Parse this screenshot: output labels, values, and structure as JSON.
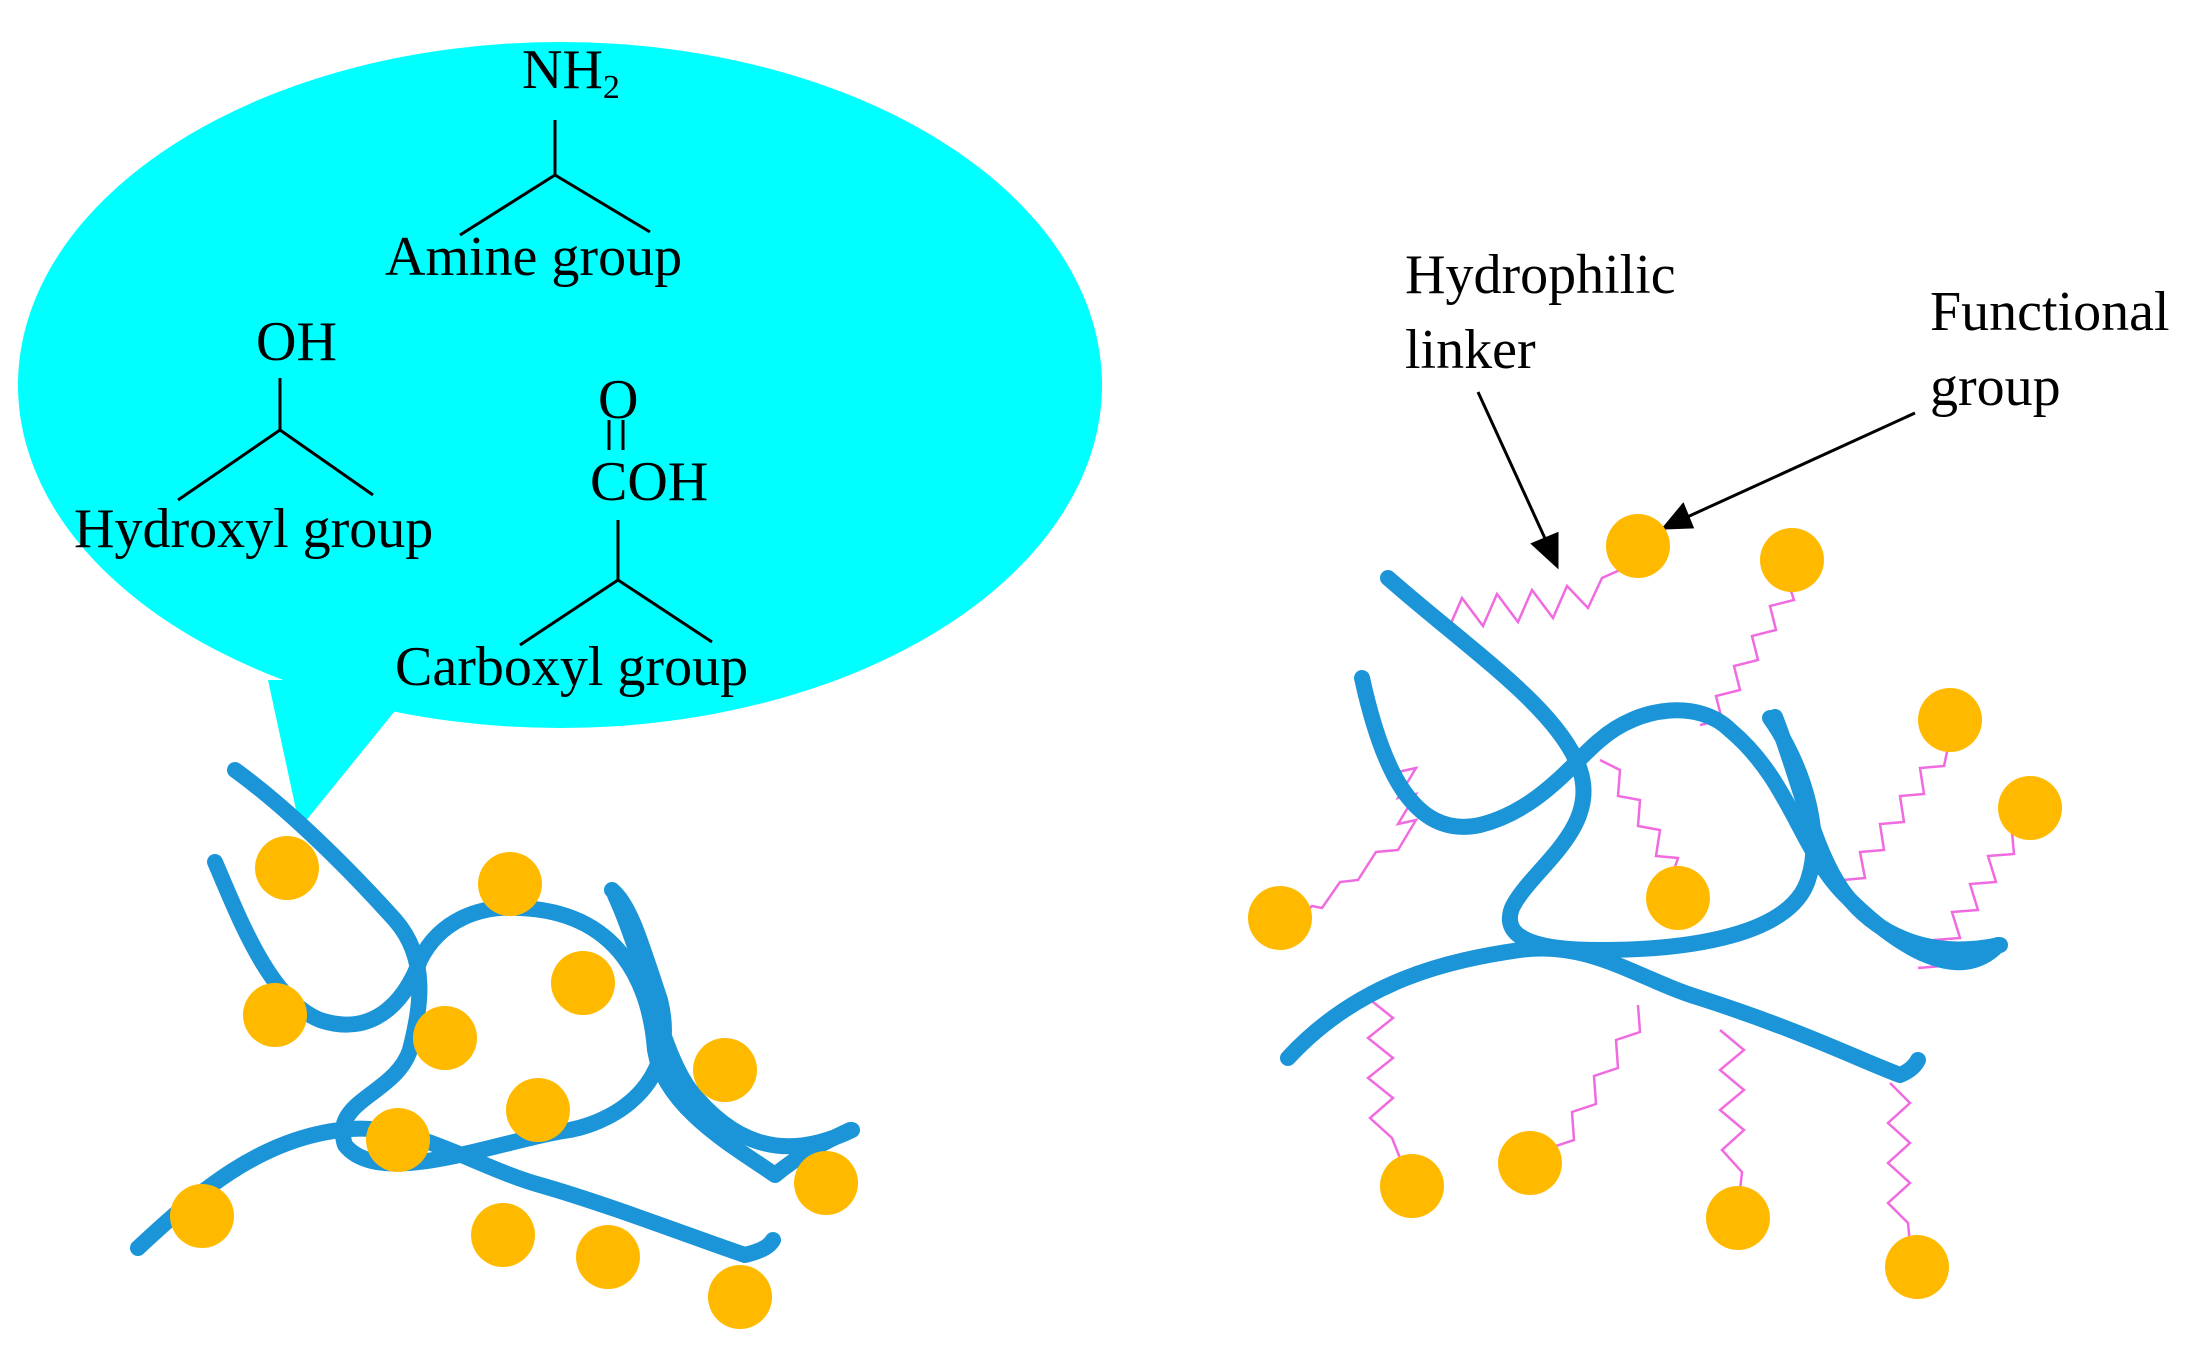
{
  "colors": {
    "bubble": "#00FFFF",
    "fiber": "#1B95D8",
    "particle": "#FFBA00",
    "linker": "#F06AE0",
    "text": "#000000"
  },
  "left_panel": {
    "groups": {
      "amine": {
        "formula_main": "NH",
        "formula_subscript": "2",
        "label": "Amine group"
      },
      "hydroxyl": {
        "formula": "OH",
        "label": "Hydroxyl group"
      },
      "carboxyl": {
        "formula_top": "O",
        "formula": "COH",
        "label": "Carboxyl group"
      }
    }
  },
  "right_panel": {
    "labels": {
      "linker_line1": "Hydrophilic",
      "linker_line2": "linker",
      "functional_line1": "Functional",
      "functional_line2": "group"
    }
  }
}
